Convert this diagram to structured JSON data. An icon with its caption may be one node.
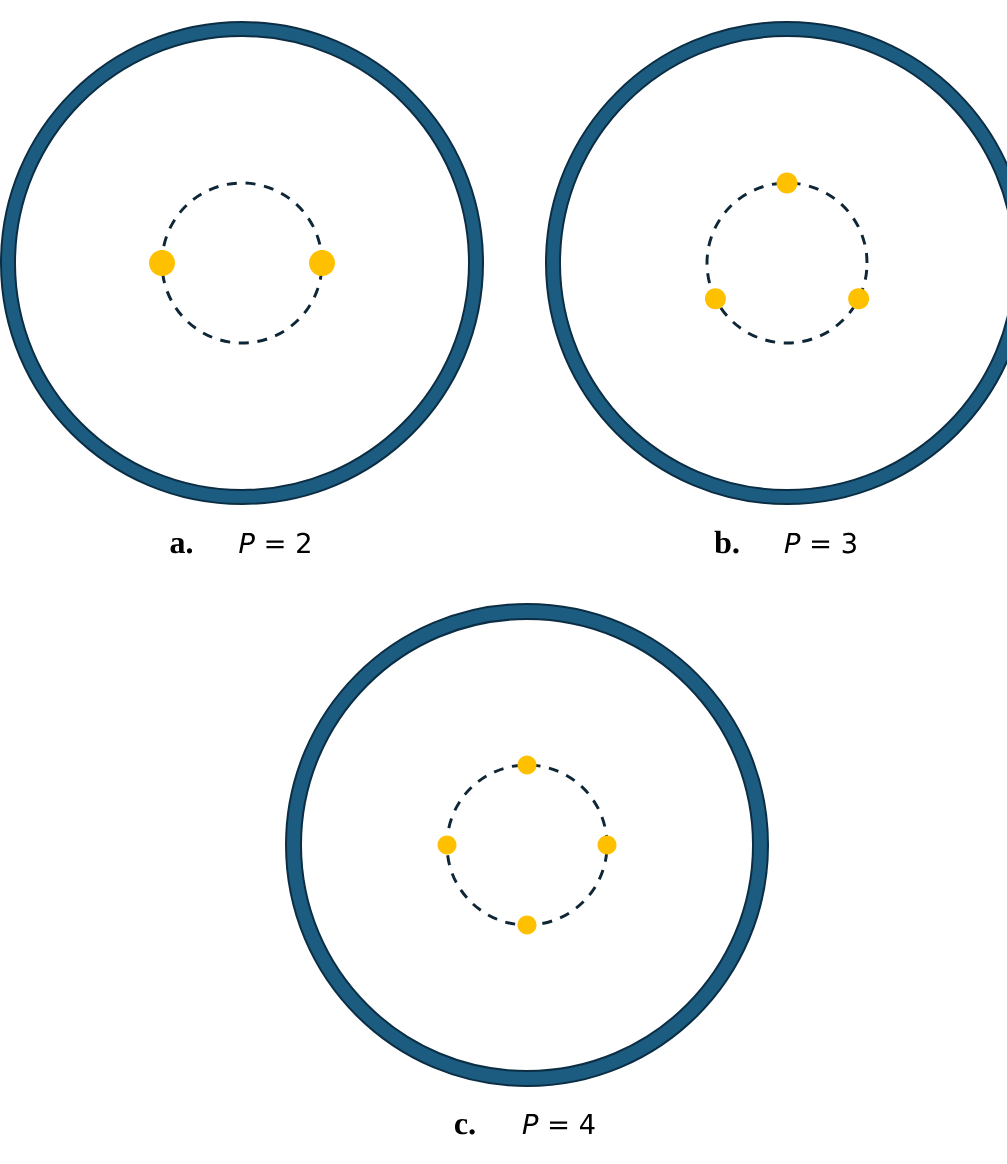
{
  "diagram": {
    "labels": [
      "a.",
      "*P* = 2",
      "b.",
      "*P* = 3",
      "c.",
      "*P* = 4"
    ]
  }
}
